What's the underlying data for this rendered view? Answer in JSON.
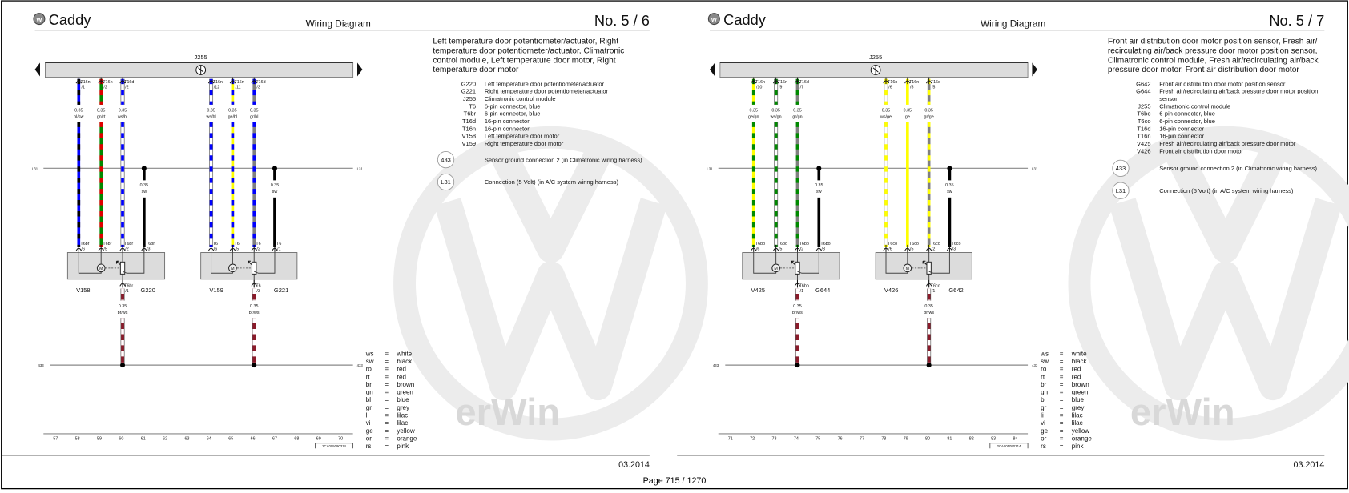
{
  "page_counter": "Page 715 / 1270",
  "colors": {
    "bl": "#0000ff",
    "sw": "#000000",
    "gn": "#008a00",
    "rt": "#e00000",
    "ws": "#ffffff",
    "ge": "#ffff00",
    "gr": "#808080",
    "br": "#8b1a2a",
    "box_fill": "#dcdcdc",
    "watermark": "#ececec"
  },
  "watermark_text": "erWin",
  "pages": [
    {
      "model": "Caddy",
      "doc_type": "Wiring Diagram",
      "page_no": "No.  5 /  6",
      "date": "03.2014",
      "control_module": "J255",
      "l31_label": "L31",
      "ground_label": "433",
      "ref_code": "2CA005090314",
      "title_lines": [
        "Left temperature door potentiometer/actuator, Right",
        "temperature door potentiometer/actuator, Climatronic",
        "control module, Left temperature door motor, Right",
        "temperature door motor"
      ],
      "components": [
        {
          "code": "G220",
          "desc": [
            "Left temperature door potentiometer/actuator"
          ]
        },
        {
          "code": "G221",
          "desc": [
            "Right temperature door potentiometer/actuator"
          ]
        },
        {
          "code": "J255",
          "desc": [
            "Climatronic control module"
          ]
        },
        {
          "code": "T6",
          "desc": [
            "6-pin connector, blue"
          ]
        },
        {
          "code": "T6br",
          "desc": [
            "6-pin connector, blue"
          ]
        },
        {
          "code": "T16d",
          "desc": [
            "16-pin connector"
          ]
        },
        {
          "code": "T16n",
          "desc": [
            "16-pin connector"
          ]
        },
        {
          "code": "V158",
          "desc": [
            "Left temperature door motor"
          ]
        },
        {
          "code": "V159",
          "desc": [
            "Right temperature door motor"
          ]
        }
      ],
      "connections": [
        {
          "code": "433",
          "desc": "Sensor ground connection 2 (in Climatronic wiring harness)"
        },
        {
          "code": "L31",
          "desc": "Connection (5 Volt) (in A/C system wiring harness)"
        }
      ],
      "wires": [
        {
          "top_conn": "T16n",
          "top_pin": "/1",
          "size": "0.35",
          "color": "bl/sw",
          "bot_conn": "T6br",
          "bot_pin": "/6"
        },
        {
          "top_conn": "T16n",
          "top_pin": "/2",
          "size": "0.35",
          "color": "gn/rt",
          "bot_conn": "T6br",
          "bot_pin": "/5"
        },
        {
          "top_conn": "T16d",
          "top_pin": "/2",
          "size": "0.35",
          "color": "ws/bl",
          "bot_conn": "T6br",
          "bot_pin": "/2"
        },
        {
          "top_conn": "T16n",
          "top_pin": "/12",
          "size": "0.35",
          "color": "ws/bl",
          "bot_conn": "T6",
          "bot_pin": "/6"
        },
        {
          "top_conn": "T16n",
          "top_pin": "/11",
          "size": "0.35",
          "color": "ge/bl",
          "bot_conn": "T6",
          "bot_pin": "/5"
        },
        {
          "top_conn": "T16d",
          "top_pin": "/3",
          "size": "0.35",
          "color": "gr/bl",
          "bot_conn": "T6",
          "bot_pin": "/2"
        }
      ],
      "ground_wires": [
        {
          "size": "0.35",
          "color": "sw",
          "bot_conn": "T6br",
          "bot_pin": "/3"
        },
        {
          "size": "0.35",
          "color": "sw",
          "bot_conn": "T6",
          "bot_pin": "/1"
        }
      ],
      "output_wires": [
        {
          "conn": "T6br",
          "pin": "/1",
          "size": "0.35",
          "color": "br/ws"
        },
        {
          "conn": "T6",
          "pin": "/3",
          "size": "0.35",
          "color": "br/ws"
        }
      ],
      "units": [
        {
          "motor": "V158",
          "sensor": "G220"
        },
        {
          "motor": "V159",
          "sensor": "G221"
        }
      ],
      "tracks": [
        "57",
        "58",
        "59",
        "60",
        "61",
        "62",
        "63",
        "64",
        "65",
        "66",
        "67",
        "68",
        "69",
        "70"
      ]
    },
    {
      "model": "Caddy",
      "doc_type": "Wiring Diagram",
      "page_no": "No.  5 /  7",
      "date": "03.2014",
      "control_module": "J255",
      "l31_label": "L31",
      "ground_label": "433",
      "ref_code": "2CA005090314",
      "title_lines": [
        "Front air distribution door motor position sensor, Fresh air/",
        "recirculating air/back pressure door motor position sensor,",
        "Climatronic control module, Fresh air/recirculating air/back",
        "pressure door motor, Front air distribution door motor"
      ],
      "components": [
        {
          "code": "G642",
          "desc": [
            "Front air distribution door motor position sensor"
          ]
        },
        {
          "code": "G644",
          "desc": [
            "Fresh air/recirculating air/back pressure door motor position",
            "sensor"
          ]
        },
        {
          "code": "J255",
          "desc": [
            "Climatronic control module"
          ]
        },
        {
          "code": "T6bo",
          "desc": [
            "6-pin connector, blue"
          ]
        },
        {
          "code": "T6co",
          "desc": [
            "6-pin connector, blue"
          ]
        },
        {
          "code": "T16d",
          "desc": [
            "16-pin connector"
          ]
        },
        {
          "code": "T16n",
          "desc": [
            "16-pin connector"
          ]
        },
        {
          "code": "V425",
          "desc": [
            "Fresh air/recirculating air/back pressure door motor"
          ]
        },
        {
          "code": "V426",
          "desc": [
            "Front air distribution door motor"
          ]
        }
      ],
      "connections": [
        {
          "code": "433",
          "desc": "Sensor ground connection 2 (in Climatronic wiring harness)"
        },
        {
          "code": "L31",
          "desc": "Connection (5 Volt) (in A/C system wiring harness)"
        }
      ],
      "wires": [
        {
          "top_conn": "T16n",
          "top_pin": "/10",
          "size": "0.35",
          "color": "ge/gn",
          "bot_conn": "T6bo",
          "bot_pin": "/6"
        },
        {
          "top_conn": "T16n",
          "top_pin": "/9",
          "size": "0.35",
          "color": "ws/gn",
          "bot_conn": "T6bo",
          "bot_pin": "/5"
        },
        {
          "top_conn": "T16d",
          "top_pin": "/7",
          "size": "0.35",
          "color": "gr/gn",
          "bot_conn": "T6bo",
          "bot_pin": "/2"
        },
        {
          "top_conn": "T16n",
          "top_pin": "/6",
          "size": "0.35",
          "color": "ws/ge",
          "bot_conn": "T6co",
          "bot_pin": "/6"
        },
        {
          "top_conn": "T16n",
          "top_pin": "/5",
          "size": "0.35",
          "color": "ge",
          "bot_conn": "T6co",
          "bot_pin": "/5"
        },
        {
          "top_conn": "T16d",
          "top_pin": "/5",
          "size": "0.35",
          "color": "gr/ge",
          "bot_conn": "T6co",
          "bot_pin": "/2"
        }
      ],
      "ground_wires": [
        {
          "size": "0.35",
          "color": "sw",
          "bot_conn": "T6bo",
          "bot_pin": "/3"
        },
        {
          "size": "0.35",
          "color": "sw",
          "bot_conn": "T6co",
          "bot_pin": "/3"
        }
      ],
      "output_wires": [
        {
          "conn": "T6bo",
          "pin": "/1",
          "size": "0.35",
          "color": "br/ws"
        },
        {
          "conn": "T6co",
          "pin": "/1",
          "size": "0.35",
          "color": "br/ws"
        }
      ],
      "units": [
        {
          "motor": "V425",
          "sensor": "G644"
        },
        {
          "motor": "V426",
          "sensor": "G642"
        }
      ],
      "tracks": [
        "71",
        "72",
        "73",
        "74",
        "75",
        "76",
        "77",
        "78",
        "79",
        "80",
        "81",
        "82",
        "83",
        "84"
      ]
    }
  ],
  "legend": [
    {
      "abbr": "ws",
      "name": "white"
    },
    {
      "abbr": "sw",
      "name": "black"
    },
    {
      "abbr": "ro",
      "name": "red"
    },
    {
      "abbr": "rt",
      "name": "red"
    },
    {
      "abbr": "br",
      "name": "brown"
    },
    {
      "abbr": "gn",
      "name": "green"
    },
    {
      "abbr": "bl",
      "name": "blue"
    },
    {
      "abbr": "gr",
      "name": "grey"
    },
    {
      "abbr": "li",
      "name": "lilac"
    },
    {
      "abbr": "vi",
      "name": "lilac"
    },
    {
      "abbr": "ge",
      "name": "yellow"
    },
    {
      "abbr": "or",
      "name": "orange"
    },
    {
      "abbr": "rs",
      "name": "pink"
    }
  ]
}
